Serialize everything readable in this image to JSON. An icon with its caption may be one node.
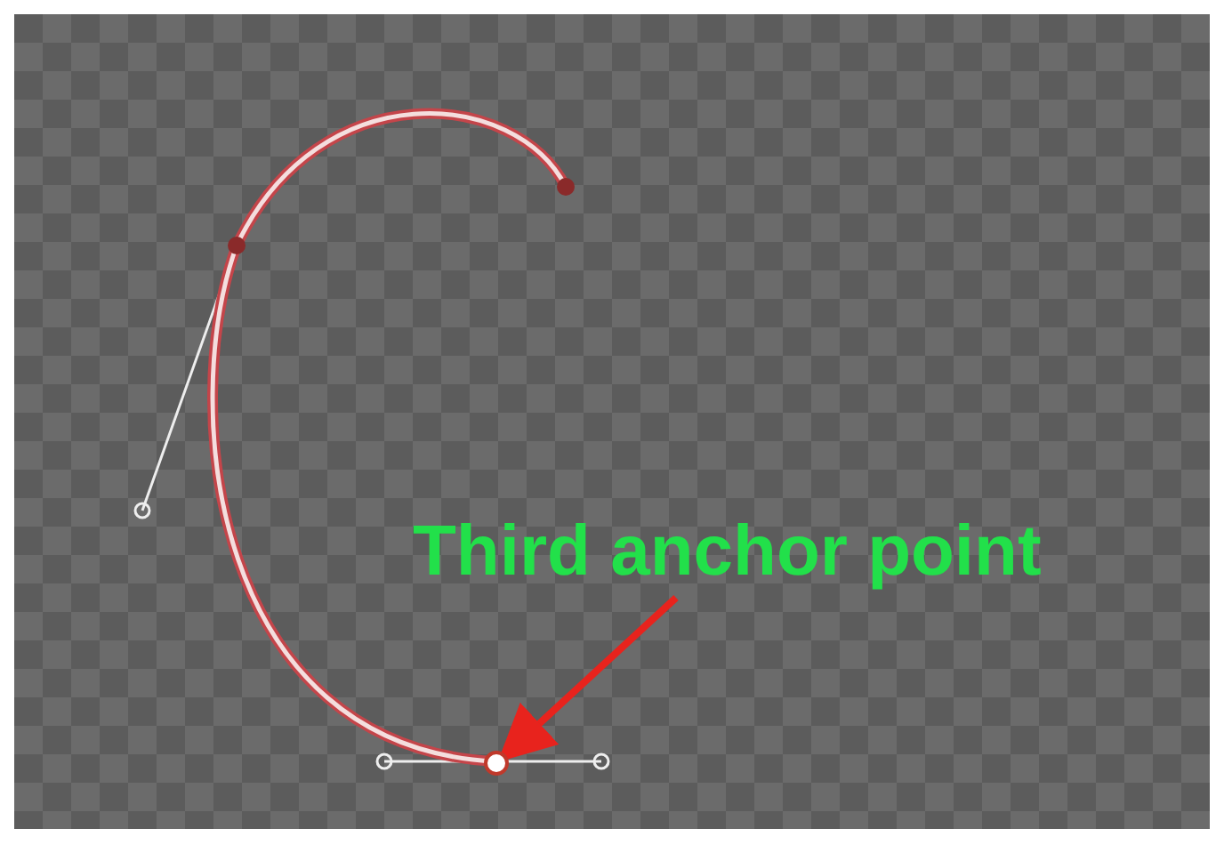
{
  "diagram": {
    "nodes": [
      {
        "text": [
          "Third anchor point"
        ]
      },
      {
        "text": [],
        "shape": "circle"
      }
    ],
    "edges": [
      {
        "from": 0,
        "to": 1,
        "arrow": "to",
        "color": "#e8231d"
      }
    ]
  }
}
